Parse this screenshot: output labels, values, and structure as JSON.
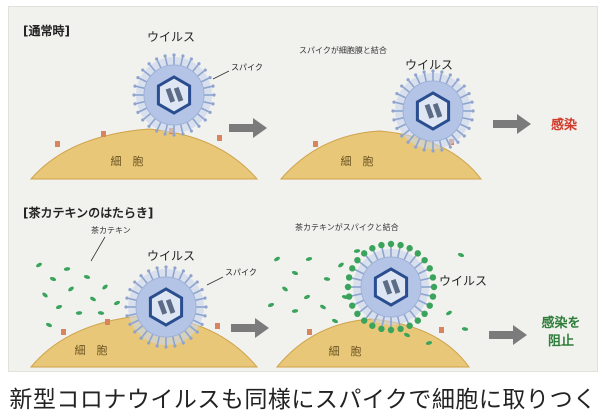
{
  "colors": {
    "panel_bg": "#f1f1ee",
    "cell": "#e8c878",
    "cell_edge": "#cfa24a",
    "virus_halo": "#c9d6ec",
    "virus_shell": "#b3c4e6",
    "virus_hex": "#2a4d8f",
    "virus_core": "#5c6b86",
    "spike": "#8ea4cf",
    "receptor": "#d8845e",
    "arrow": "#7b7b7b",
    "infection_red": "#d23a2a",
    "block_green": "#2f7d3a",
    "catechin_green": "#3aa35c"
  },
  "top": {
    "section_label": "[通常時]",
    "virus_label_left": "ウイルス",
    "spike_label": "スパイク",
    "bind_label": "スパイクが細胞膜と結合",
    "virus_label_right": "ウイルス",
    "cell_label_left": "細　胞",
    "cell_label_right": "細　胞",
    "result": "感染"
  },
  "bottom": {
    "section_label": "[茶カテキンのはたらき]",
    "catechin_label": "茶カテキン",
    "virus_label_left": "ウイルス",
    "spike_label": "スパイク",
    "bind_label": "茶カテキンがスパイクと結合",
    "virus_label_right": "ウイルス",
    "cell_label_left": "細　胞",
    "cell_label_right": "細　胞",
    "result_line1": "感染を",
    "result_line2": "阻止"
  },
  "caption": "新型コロナウイルスも同様にスパイクで細胞に取りつく"
}
